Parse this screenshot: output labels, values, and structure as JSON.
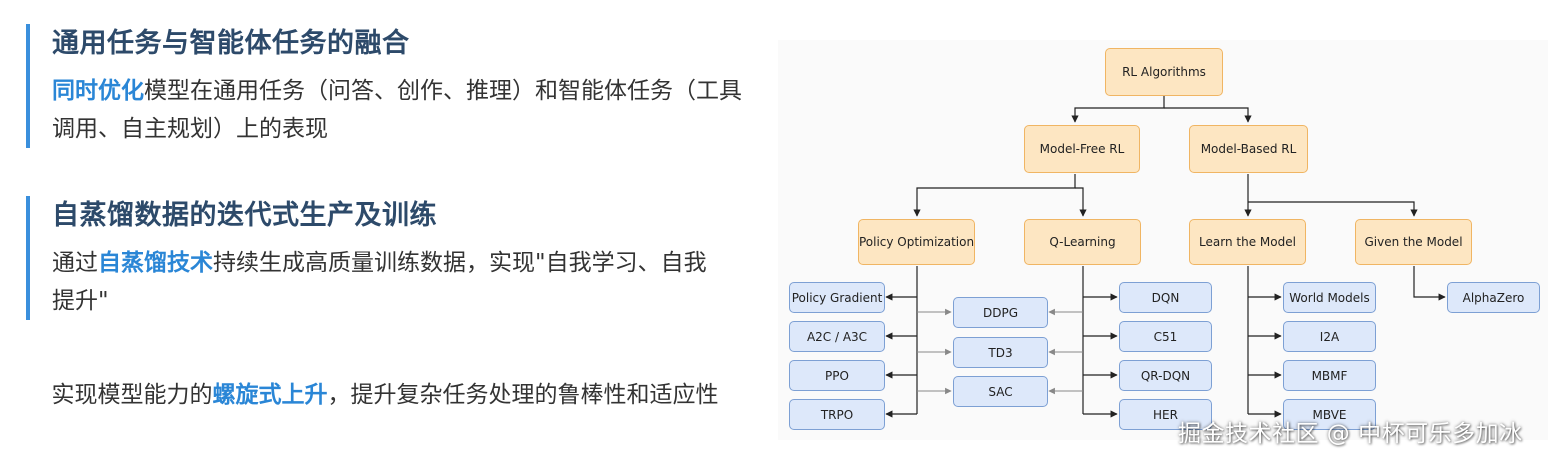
{
  "left_panel": {
    "section1": {
      "title": "通用任务与智能体任务的融合",
      "highlight": "同时优化",
      "text": "模型在通用任务（问答、创作、推理）和智能体任务（工具调用、自主规划）上的表现"
    },
    "section2": {
      "title": "自蒸馏数据的迭代式生产及训练",
      "prefix": "通过",
      "highlight": "自蒸馏技术",
      "text": "持续生成高质量训练数据，实现\"自我学习、自我提升\""
    },
    "bottom": {
      "prefix": "实现模型能力的",
      "highlight": "螺旋式上升",
      "text": "，提升复杂任务处理的鲁棒性和适应性"
    }
  },
  "diagram": {
    "root": "RL Algorithms",
    "level1": [
      "Model-Free RL",
      "Model-Based RL"
    ],
    "level2": [
      "Policy Optimization",
      "Q-Learning",
      "Learn the Model",
      "Given the Model"
    ],
    "policy_optimization": [
      "Policy Gradient",
      "A2C / A3C",
      "PPO",
      "TRPO"
    ],
    "shared": [
      "DDPG",
      "TD3",
      "SAC"
    ],
    "q_learning": [
      "DQN",
      "C51",
      "QR-DQN",
      "HER"
    ],
    "learn_the_model": [
      "World Models",
      "I2A",
      "MBMF",
      "MBVE"
    ],
    "given_the_model": [
      "AlphaZero"
    ],
    "colors": {
      "orange_fill": "#fde6c2",
      "orange_border": "#f0b563",
      "blue_fill": "#dde8fa",
      "blue_border": "#7da0d4"
    }
  },
  "watermark": "掘金技术社区 @ 中杯可乐多加冰"
}
